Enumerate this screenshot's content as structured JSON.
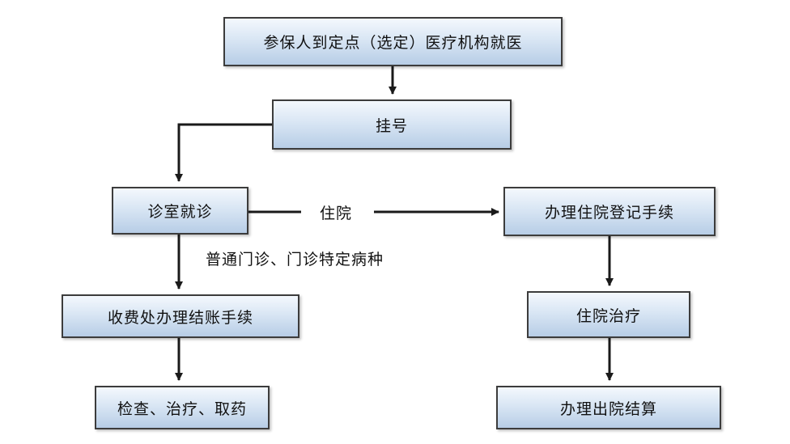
{
  "nodes": {
    "start": "参保人到定点（选定）医疗机构就医",
    "register": "挂号",
    "consult": "诊室就诊",
    "payment": "收费处办理结账手续",
    "services": "检查、治疗、取药",
    "admission": "办理住院登记手续",
    "inpatient": "住院治疗",
    "discharge": "办理出院结算"
  },
  "edge_labels": {
    "to_hospital": "住院",
    "outpatient": "普通门诊、门诊特定病种"
  }
}
